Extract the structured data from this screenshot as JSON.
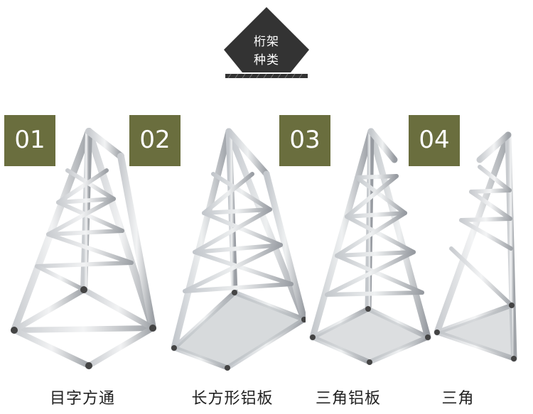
{
  "header": {
    "line1": "桁架",
    "line2": "种类",
    "bg_color": "#333333"
  },
  "accent_color": "#6a6e3e",
  "items": [
    {
      "number": "01",
      "caption": "目字方通"
    },
    {
      "number": "02",
      "caption": "长方形铝板"
    },
    {
      "number": "03",
      "caption": "三角铝板"
    },
    {
      "number": "04",
      "caption": "三角"
    }
  ]
}
